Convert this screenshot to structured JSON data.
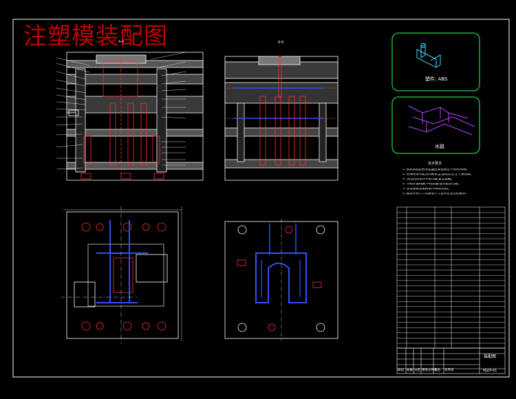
{
  "title": "注塑模装配图",
  "section_labels": {
    "main_section": "A-A",
    "side_section": "B-B"
  },
  "part_box": {
    "label": "塑件: ABS"
  },
  "water_box": {
    "label": "水路"
  },
  "tech_requirements": {
    "heading": "技术要求",
    "lines": [
      "1. 模具装配后各分型面应紧密贴合,不得有间隙。",
      "2. 各滑动零件配合间隙适当,运动灵活,无卡滞现象。",
      "3. 顶出机构动作平稳可靠,复位准确。",
      "4. 冷却水道畅通,不得渗漏,接头密封可靠。",
      "5. 浇注系统流道光滑,不得有毛刺。",
      "6. 模具外形尺寸及安装尺寸应符合注塑机要求。"
    ]
  },
  "title_block": {
    "drawing_name": "装配图",
    "drawing_no": "MJZP-01",
    "header_cells": [
      "标记",
      "处数",
      "分区",
      "更改文件号",
      "签名",
      "年月日"
    ]
  },
  "colors": {
    "outline": "#ffffff",
    "red": "#ff2020",
    "blue": "#2040ff",
    "green": "#30ff60",
    "magenta": "#c040ff",
    "cyan": "#40e0ff"
  }
}
